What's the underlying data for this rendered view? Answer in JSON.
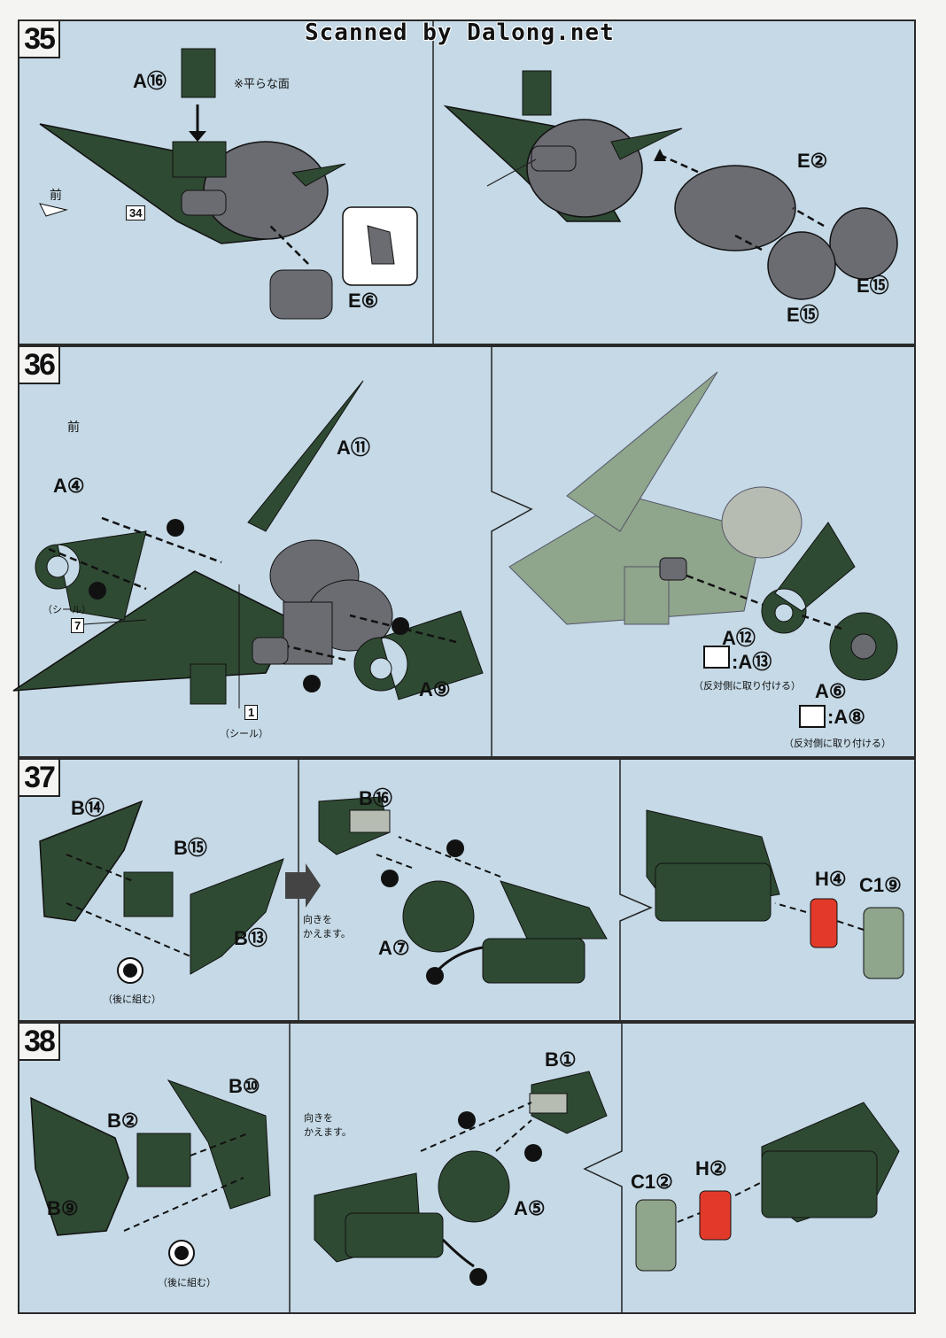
{
  "watermark": "Scanned by Dalong.net",
  "steps": [
    {
      "num": "35"
    },
    {
      "num": "36"
    },
    {
      "num": "37"
    },
    {
      "num": "38"
    }
  ],
  "step35": {
    "a16": "A⑯",
    "note": "※平らな面",
    "front": "前",
    "ref": "34",
    "e6": "E⑥",
    "e2": "E②",
    "e15a": "E⑮",
    "e15b": "E⑮"
  },
  "step36": {
    "front": "前",
    "a11": "A⑪",
    "a4": "A④",
    "seal_top": "（シール）",
    "seal_num_top": "7",
    "seal_bottom": "（シール）",
    "seal_num_bottom": "1",
    "a9": "A⑨",
    "a12": "A⑫",
    "a13": ":A⑬",
    "opp1": "（反対側に取り付ける）",
    "a6": "A⑥",
    "a8": ":A⑧",
    "opp2": "（反対側に取り付ける）"
  },
  "step37": {
    "b14": "B⑭",
    "b15": "B⑮",
    "b13": "B⑬",
    "later": "（後に組む）",
    "turn": "向きを\nかえます。",
    "b16": "B⑯",
    "a7": "A⑦",
    "h4": "H④",
    "c19": "C1⑨"
  },
  "step38": {
    "b10": "B⑩",
    "b2": "B②",
    "b9": "B⑨",
    "later": "（後に組む）",
    "turn": "向きを\nかえます。",
    "b1": "B①",
    "a5": "A⑤",
    "c12": "C1②",
    "h2": "H②"
  },
  "colors": {
    "panel": "#c5d9e6",
    "part_dark": "#2f4a33",
    "part_grey": "#6b6b72",
    "part_red": "#e23a2a",
    "part_light": "#8fa58c"
  }
}
